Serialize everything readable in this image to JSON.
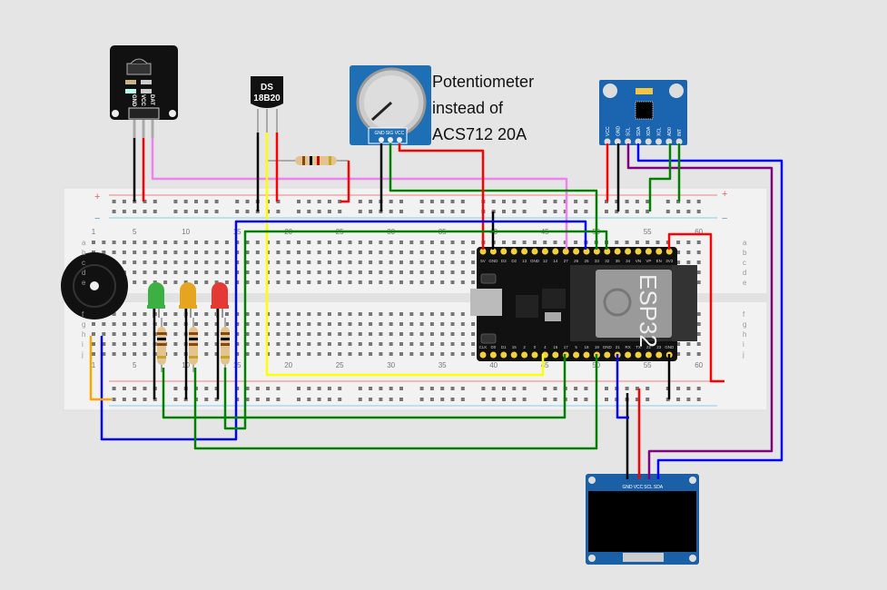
{
  "note": {
    "lines": [
      "Potentiometer",
      "instead of",
      "ACS712 20A"
    ]
  },
  "breadboard": {
    "column_numbers": [
      "1",
      "5",
      "10",
      "15",
      "20",
      "25",
      "30",
      "35",
      "40",
      "45",
      "50",
      "55",
      "60"
    ],
    "row_letters_top": [
      "a",
      "b",
      "c",
      "d",
      "e"
    ],
    "row_letters_bottom": [
      "f",
      "g",
      "h",
      "i",
      "j"
    ],
    "rail_plus": "+",
    "rail_minus": "−"
  },
  "ir_sensor": {
    "pins": [
      "GND",
      "VCC",
      "DAT"
    ]
  },
  "ds18b20": {
    "label_line1": "DS",
    "label_line2": "18B20"
  },
  "potentiometer": {
    "pins": [
      "GND",
      "SIG",
      "VCC"
    ]
  },
  "mpu6050": {
    "pins": [
      "VCC",
      "GND",
      "SCL",
      "SDA",
      "XDA",
      "XCL",
      "AD0",
      "INT"
    ]
  },
  "esp32": {
    "module_label": "ESP32",
    "top_pins": [
      "5V",
      "GND",
      "D3",
      "D2",
      "13",
      "GND",
      "12",
      "14",
      "27",
      "26",
      "25",
      "33",
      "32",
      "35",
      "34",
      "VN",
      "VP",
      "EN",
      "3V3"
    ],
    "bottom_pins": [
      "CLK",
      "D0",
      "D1",
      "15",
      "2",
      "0",
      "4",
      "16",
      "17",
      "5",
      "18",
      "19",
      "GND",
      "21",
      "RX",
      "TX",
      "22",
      "23",
      "GND"
    ]
  },
  "oled": {
    "pins": [
      "GND",
      "VCC",
      "SCL",
      "SDA"
    ]
  },
  "leds": [
    {
      "color": "#3cb043"
    },
    {
      "color": "#e6a521"
    },
    {
      "color": "#e53935"
    }
  ],
  "wire_colors": {
    "red": "#ff0000",
    "black": "#000000",
    "pink": "#ee82ee",
    "yellow": "#ffff00",
    "green": "#008000",
    "blue": "#0000ff",
    "purple": "#800080",
    "orange": "#ffa500"
  }
}
